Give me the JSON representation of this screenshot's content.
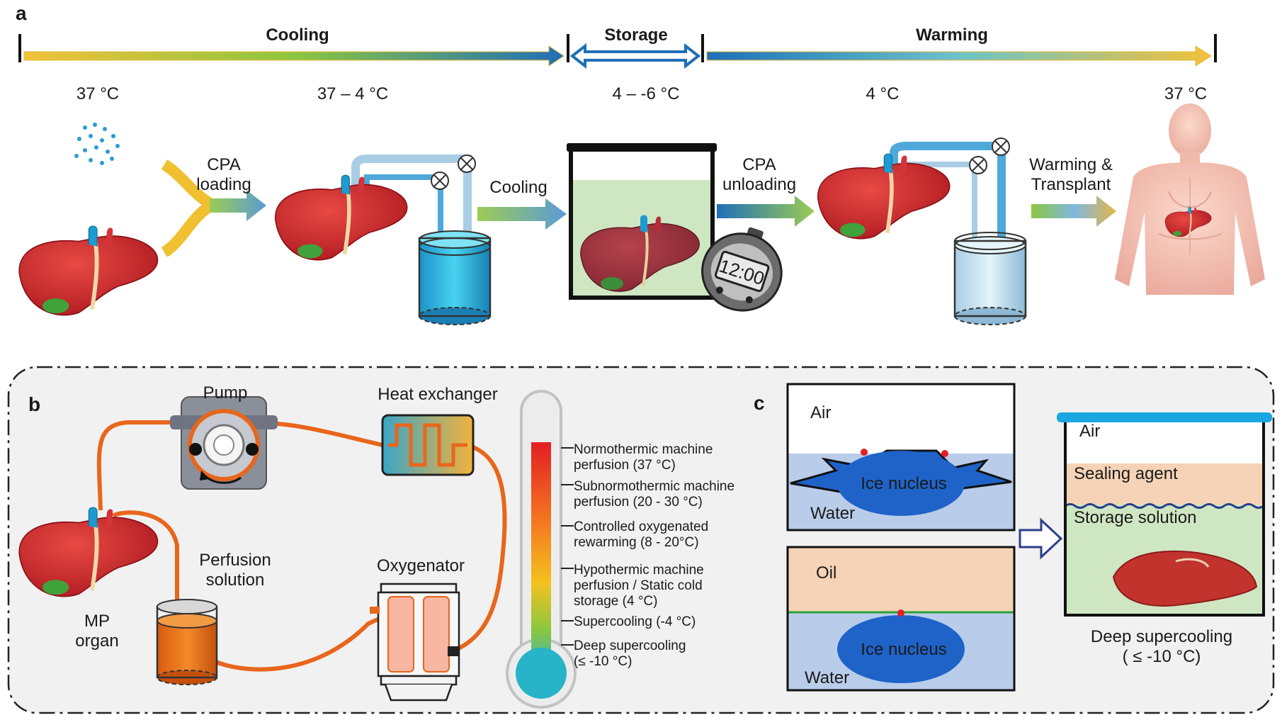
{
  "panel_a": {
    "letter": "a",
    "stages": {
      "cooling": "Cooling",
      "storage": "Storage",
      "warming": "Warming"
    },
    "temps": [
      "37 °C",
      "37 – 4 °C",
      "4 – -6 °C",
      "4 °C",
      "37 °C"
    ],
    "steps": {
      "cpa_loading": [
        "CPA",
        "loading"
      ],
      "cooling": "Cooling",
      "cpa_unloading": [
        "CPA",
        "unloading"
      ],
      "warming_transplant": [
        "Warming &",
        "Transplant"
      ]
    },
    "clock_display": "12:00"
  },
  "panel_b": {
    "letter": "b",
    "labels": {
      "pump": "Pump",
      "heat_exchanger": "Heat exchanger",
      "oxygenator": "Oxygenator",
      "perfusion_solution": [
        "Perfusion",
        "solution"
      ],
      "mp_organ": [
        "MP",
        "organ"
      ]
    },
    "thermometer_levels": [
      [
        "Normothermic machine",
        "perfusion (37 °C)"
      ],
      [
        "Subnormothermic machine",
        "perfusion (20 - 30 °C)"
      ],
      [
        "Controlled oxygenated",
        " rewarming (8 - 20°C)"
      ],
      [
        "Hypothermic machine",
        "perfusion / Static cold",
        "storage (4 °C)"
      ],
      [
        "Supercooling (-4 °C)"
      ],
      [
        "Deep supercooling",
        "(≤ -10 °C)"
      ]
    ]
  },
  "panel_c": {
    "letter": "c",
    "box1": {
      "air": "Air",
      "water": "Water",
      "nucleus": "Ice nucleus"
    },
    "box2": {
      "oil": "Oil",
      "water": "Water",
      "nucleus": "Ice nucleus"
    },
    "box3": {
      "air": "Air",
      "sealing": "Sealing agent",
      "storage": "Storage solution"
    },
    "caption": [
      "Deep supercooling",
      "( ≤ -10 °C)"
    ]
  },
  "colors": {
    "liver": "#c8202a",
    "gallbladder": "#3fa23a",
    "tube": "#e8661c",
    "storage_green": "#cfe6c2",
    "sealing_peach": "#f6d3b6",
    "water_blue": "#b9cdea",
    "nucleus_blue": "#1f63c9"
  }
}
